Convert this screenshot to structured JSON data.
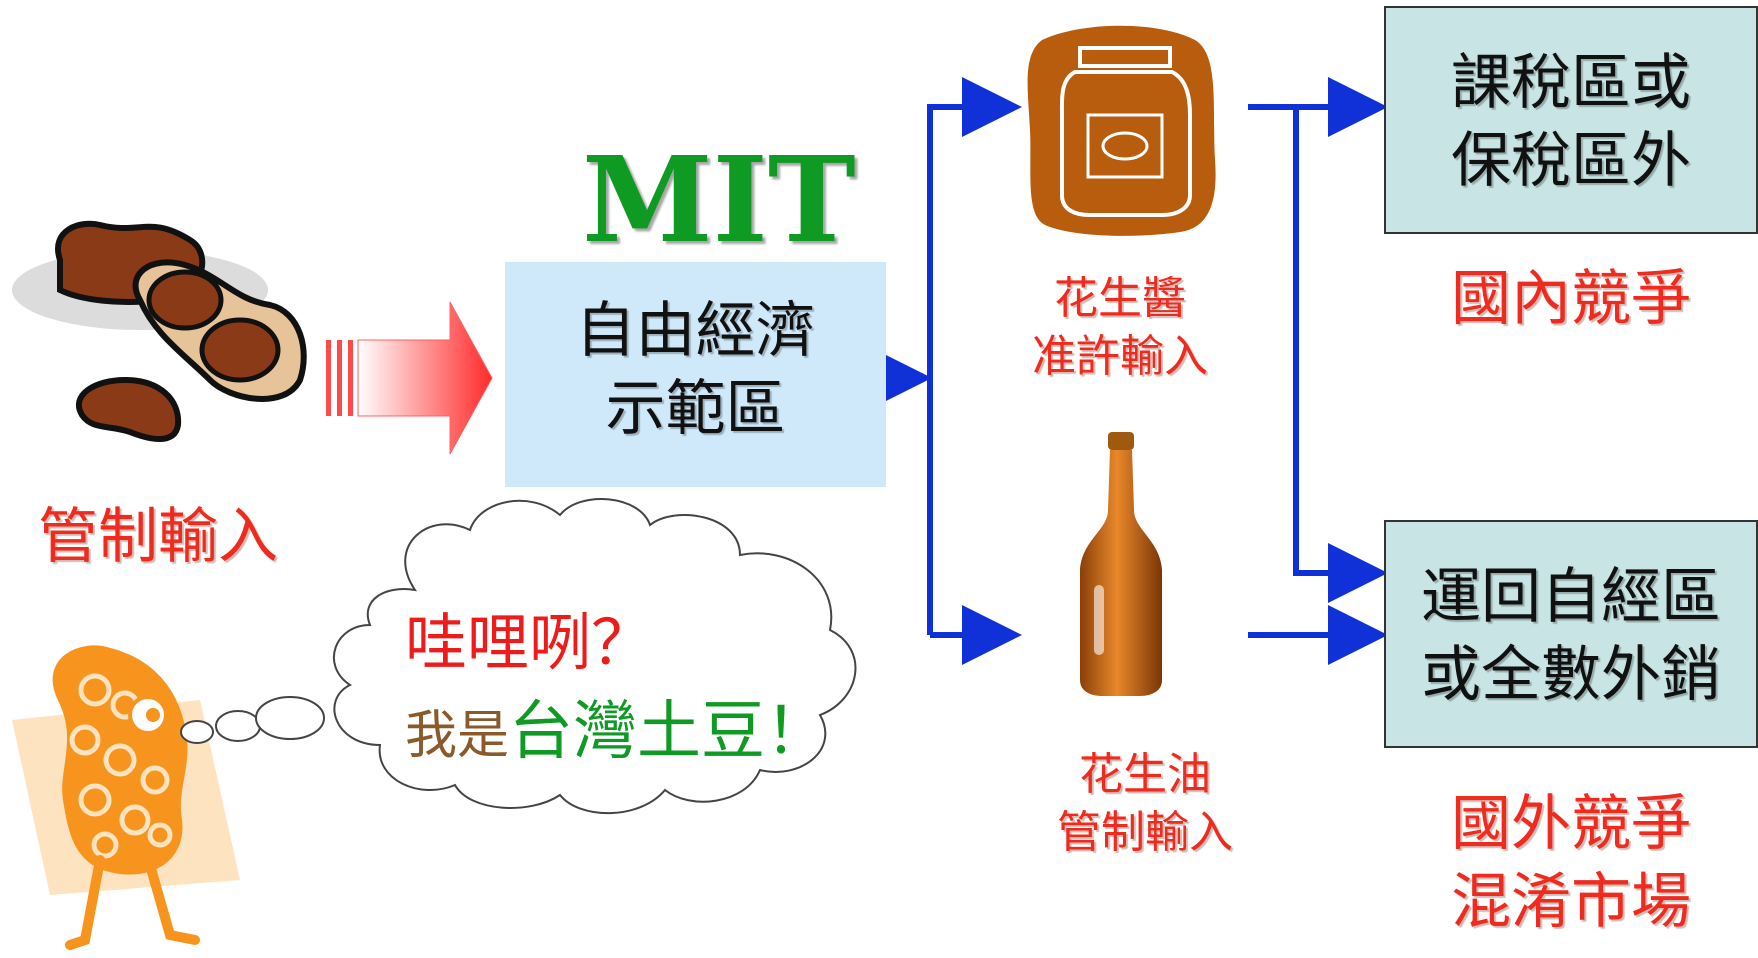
{
  "source": {
    "label": "管制輸入"
  },
  "mit": {
    "brand": "MIT",
    "zone_line1": "自由經濟",
    "zone_line2": "示範區"
  },
  "products": [
    {
      "line1": "花生醬",
      "line2": "准許輸入"
    },
    {
      "line1": "花生油",
      "line2": "管制輸入"
    }
  ],
  "outcomes": [
    {
      "box_line1": "課稅區或",
      "box_line2": "保稅區外",
      "caption_line1": "國內競爭"
    },
    {
      "box_line1": "運回自經區",
      "box_line2": "或全數外銷",
      "caption_line1": "國外競爭",
      "caption_line2": "混淆市場"
    }
  ],
  "bubble": {
    "line1": "哇哩咧？",
    "line2_prefix": "我是",
    "line2_highlight": "台灣土豆！"
  },
  "colors": {
    "arrow": "#1030d8",
    "caption_red": "#ee2b1e",
    "mit_green": "#0f9a24",
    "zone_box": "#cfe9fa",
    "outcome_box": "#c8e4e4",
    "peanut_brown": "#8b3a17",
    "mascot_orange": "#f7941d"
  },
  "icons": [
    "peanut-icon",
    "peanut-butter-jar-icon",
    "oil-bottle-icon",
    "peanut-mascot-icon",
    "thought-bubble-icon"
  ]
}
